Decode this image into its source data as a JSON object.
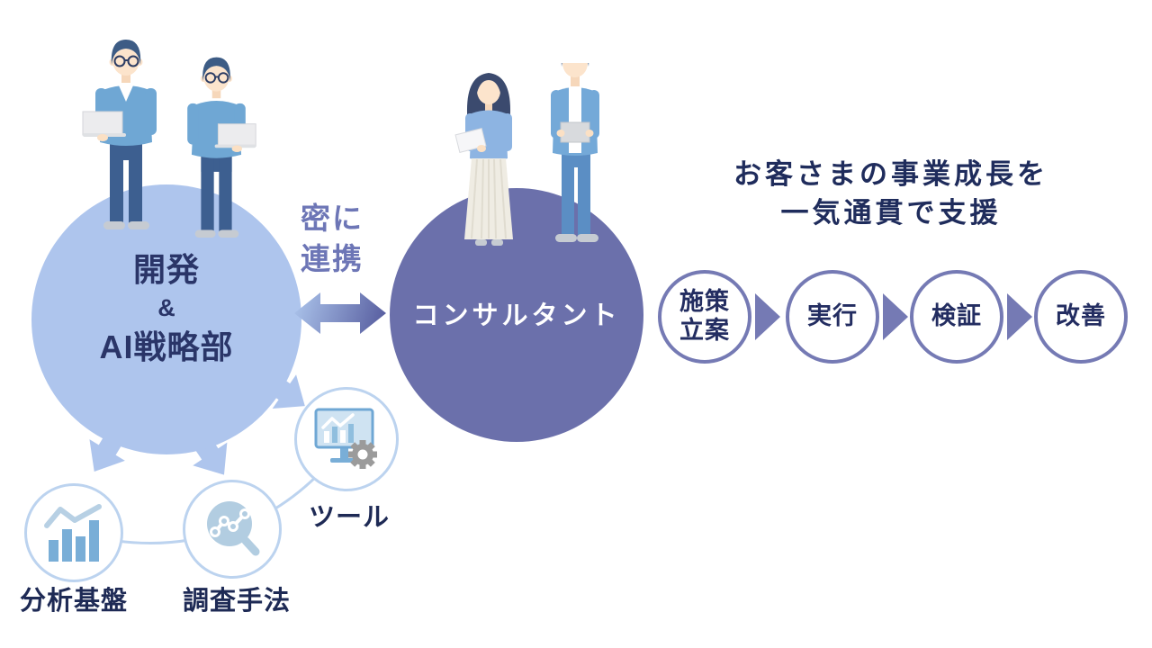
{
  "dev_circle": {
    "line1": "開発",
    "line2": "&",
    "line3": "AI戦略部"
  },
  "collab": {
    "line1": "密に",
    "line2": "連携"
  },
  "consultant": {
    "label": "コンサルタント"
  },
  "headline": {
    "line1": "お客さまの事業成長を",
    "line2": "一気通貫で支援"
  },
  "process": {
    "steps": [
      {
        "label": "施策\n立案"
      },
      {
        "label": "実行"
      },
      {
        "label": "検証"
      },
      {
        "label": "改善"
      }
    ]
  },
  "capabilities": [
    {
      "label": "分析基盤",
      "icon": "bar-chart-icon"
    },
    {
      "label": "調査手法",
      "icon": "magnifier-trend-icon"
    },
    {
      "label": "ツール",
      "icon": "monitor-gear-icon"
    }
  ],
  "colors": {
    "dev_circle_fill": "#aec5ed",
    "consultant_circle_fill": "#6b70ab",
    "radiating_arrow": "#aec5ed",
    "collab_text": "#6d76b6",
    "double_arrow_gradient_start": "#a9c1e9",
    "double_arrow_gradient_end": "#575d9f",
    "navy_text": "#1f2c5c",
    "process_border": "#757ab4",
    "capability_border": "#bcd3ef",
    "icon_blue": "#79aed7",
    "icon_light_blue": "#b2cde1",
    "gear_gray": "#9b9b9b"
  }
}
